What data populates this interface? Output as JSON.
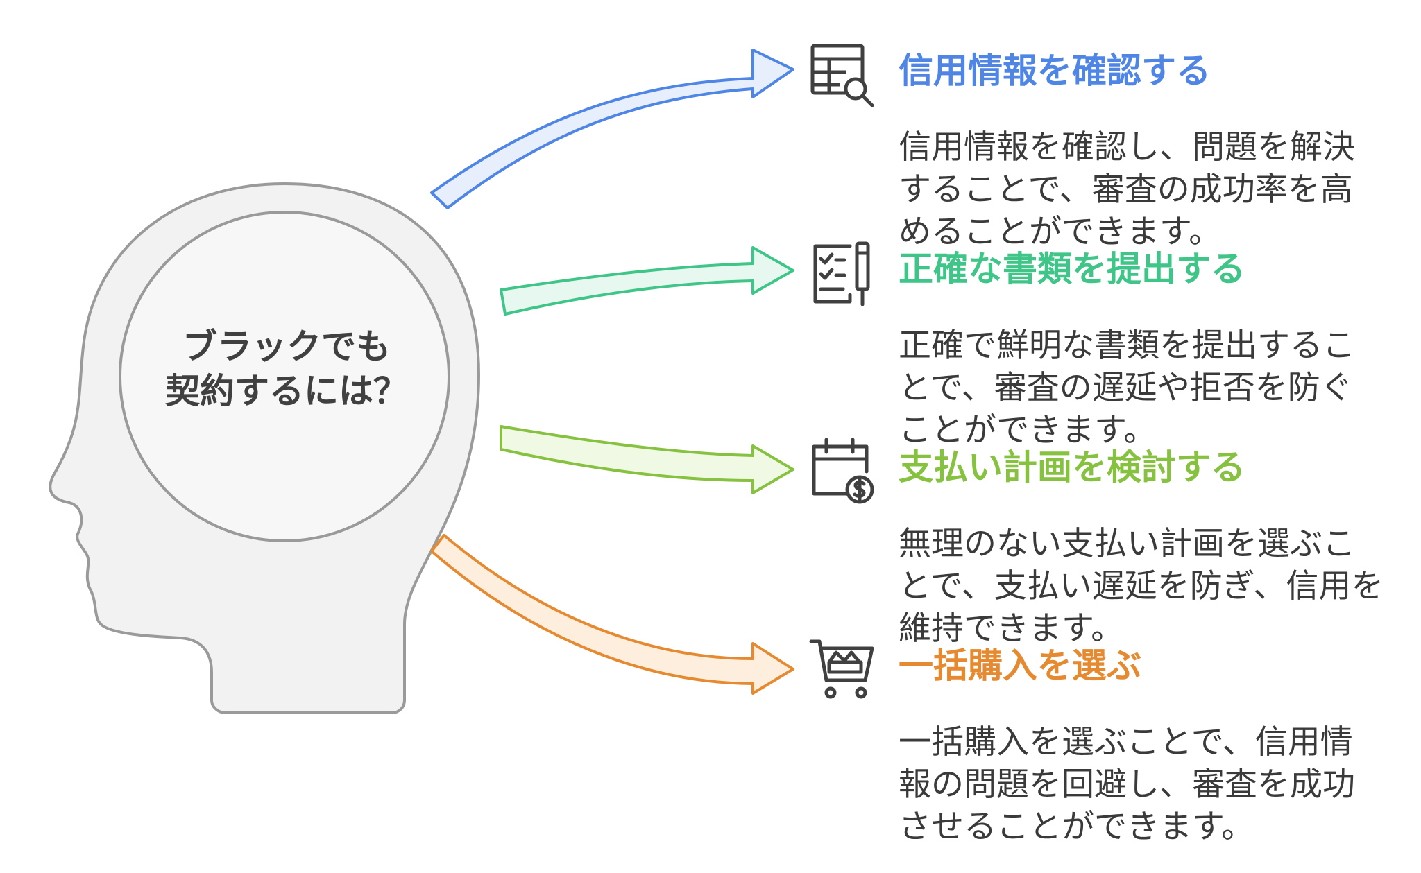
{
  "center": {
    "line1": "ブラックでも",
    "line2": "契約するには？"
  },
  "items": [
    {
      "title": "信用情報を確認する",
      "description": "信用情報を確認し、問題を解決することで、審査の成功率を高めることができます。",
      "color": "#4f86e6",
      "icon": "search-table-icon"
    },
    {
      "title": "正確な書類を提出する",
      "description": "正確で鮮明な書類を提出することで、審査の遅延や拒否を防ぐことができます。",
      "color": "#3ec587",
      "icon": "checklist-pen-icon"
    },
    {
      "title": "支払い計画を検討する",
      "description": "無理のない支払い計画を選ぶことで、支払い遅延を防ぎ、信用を維持できます。",
      "color": "#86c23f",
      "icon": "calendar-dollar-icon"
    },
    {
      "title": "一括購入を選ぶ",
      "description": "一括購入を選ぶことで、信用情報の問題を回避し、審査を成功させることができます。",
      "color": "#e58a30",
      "icon": "shopping-cart-icon"
    }
  ]
}
